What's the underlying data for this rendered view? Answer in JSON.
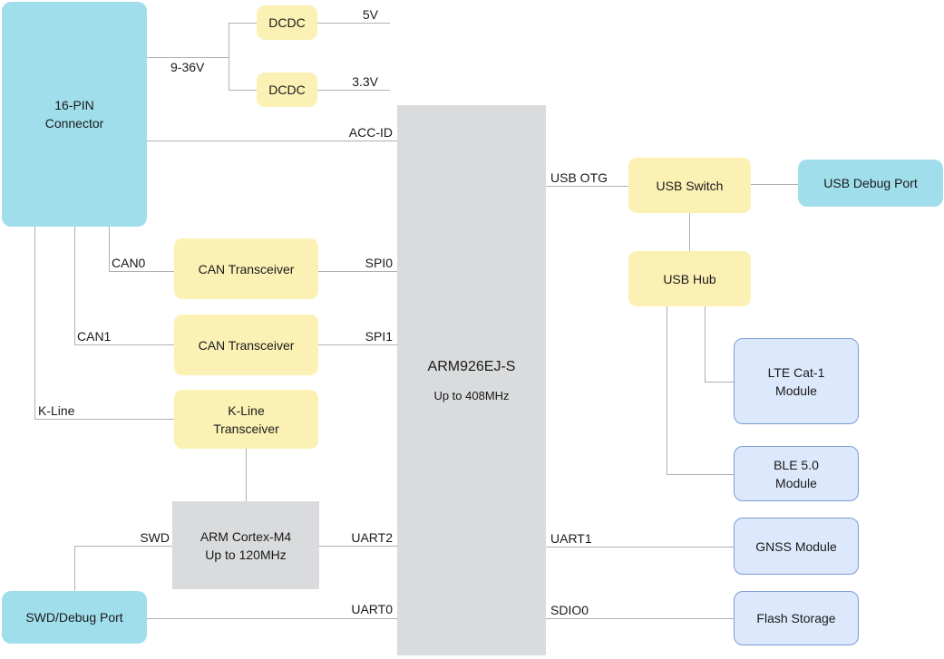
{
  "diagram": {
    "type": "hardware-block-diagram",
    "background": "#ffffff"
  },
  "colors": {
    "cyan_fill": "#a0deec",
    "yellow_fill": "#fbf1b4",
    "gray_fill": "#d9dbdd",
    "blue_fill": "#dce8fb",
    "blue_border": "#7c9cd6",
    "line_color": "#b0b0b0",
    "text_color": "#1a1a1a"
  },
  "nodes": {
    "connector16": {
      "line1": "16-PIN",
      "line2": "Connector"
    },
    "dcdc1": {
      "label": "DCDC"
    },
    "dcdc2": {
      "label": "DCDC"
    },
    "can_transceiver_0": {
      "label": "CAN Transceiver"
    },
    "can_transceiver_1": {
      "label": "CAN Transceiver"
    },
    "kline_transceiver": {
      "line1": "K-Line",
      "line2": "Transceiver"
    },
    "cortex_m4": {
      "line1": "ARM Cortex-M4",
      "line2": "Up to 120MHz"
    },
    "swd_debug_port": {
      "label": "SWD/Debug Port"
    },
    "arm926": {
      "title": "ARM926EJ-S",
      "subtitle": "Up to 408MHz"
    },
    "usb_switch": {
      "label": "USB Switch"
    },
    "usb_debug_port": {
      "label": "USB Debug Port"
    },
    "usb_hub": {
      "label": "USB Hub"
    },
    "lte_module": {
      "line1": "LTE Cat-1",
      "line2": "Module"
    },
    "ble_module": {
      "line1": "BLE 5.0",
      "line2": "Module"
    },
    "gnss_module": {
      "label": "GNSS Module"
    },
    "flash_storage": {
      "label": "Flash Storage"
    }
  },
  "edge_labels": {
    "v9_36": "9-36V",
    "v5": "5V",
    "v3_3": "3.3V",
    "acc_id": "ACC-ID",
    "can0": "CAN0",
    "can1": "CAN1",
    "kline": "K-Line",
    "spi0": "SPI0",
    "spi1": "SPI1",
    "swd": "SWD",
    "uart2": "UART2",
    "uart0": "UART0",
    "usb_otg": "USB OTG",
    "uart1": "UART1",
    "sdio0": "SDIO0"
  }
}
